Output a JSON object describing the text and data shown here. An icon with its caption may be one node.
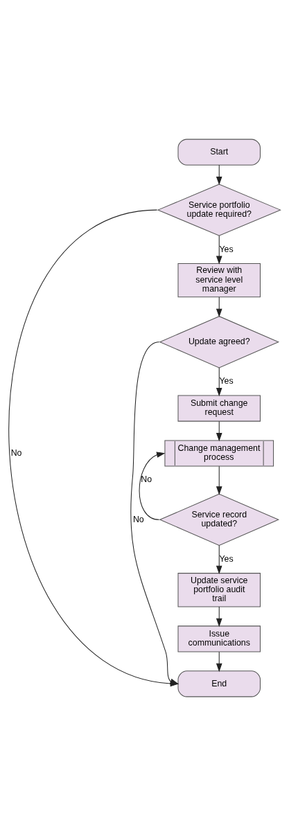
{
  "diagram": {
    "nodes": [
      {
        "text": [
          "Start"
        ]
      },
      {
        "text": [
          "Service portfolio update required?"
        ]
      },
      {
        "text": [
          "Review with service level manager"
        ]
      },
      {
        "text": [
          "Update agreed?"
        ]
      },
      {
        "text": [
          "Submit change request"
        ]
      },
      {
        "text": [
          "Change management process"
        ]
      },
      {
        "text": [
          "Service record updated?"
        ]
      },
      {
        "text": [
          "Update service portfolio audit trail"
        ]
      },
      {
        "text": [
          "Issue communications"
        ]
      },
      {
        "text": [
          "End"
        ]
      }
    ],
    "edges": [
      {
        "from": 0,
        "to": 1,
        "arrow": "to"
      },
      {
        "from": 1,
        "to": 2,
        "arrow": "to",
        "label": "Yes"
      },
      {
        "from": 2,
        "to": 3,
        "arrow": "to"
      },
      {
        "from": 3,
        "to": 9,
        "arrow": "to",
        "label": "No"
      },
      {
        "from": 3,
        "to": 4,
        "arrow": "to",
        "label": "Yes"
      },
      {
        "from": 4,
        "to": 5,
        "arrow": "to"
      },
      {
        "from": 5,
        "to": 6,
        "arrow": "to"
      },
      {
        "from": 6,
        "to": 5,
        "arrow": "to",
        "label": "No"
      },
      {
        "from": 6,
        "to": 7,
        "arrow": "to",
        "label": "Yes"
      },
      {
        "from": 7,
        "to": 8,
        "arrow": "to"
      },
      {
        "from": 8,
        "to": 9,
        "arrow": "to"
      },
      {
        "from": 1,
        "to": 9,
        "arrow": "to",
        "label": "No"
      }
    ]
  }
}
